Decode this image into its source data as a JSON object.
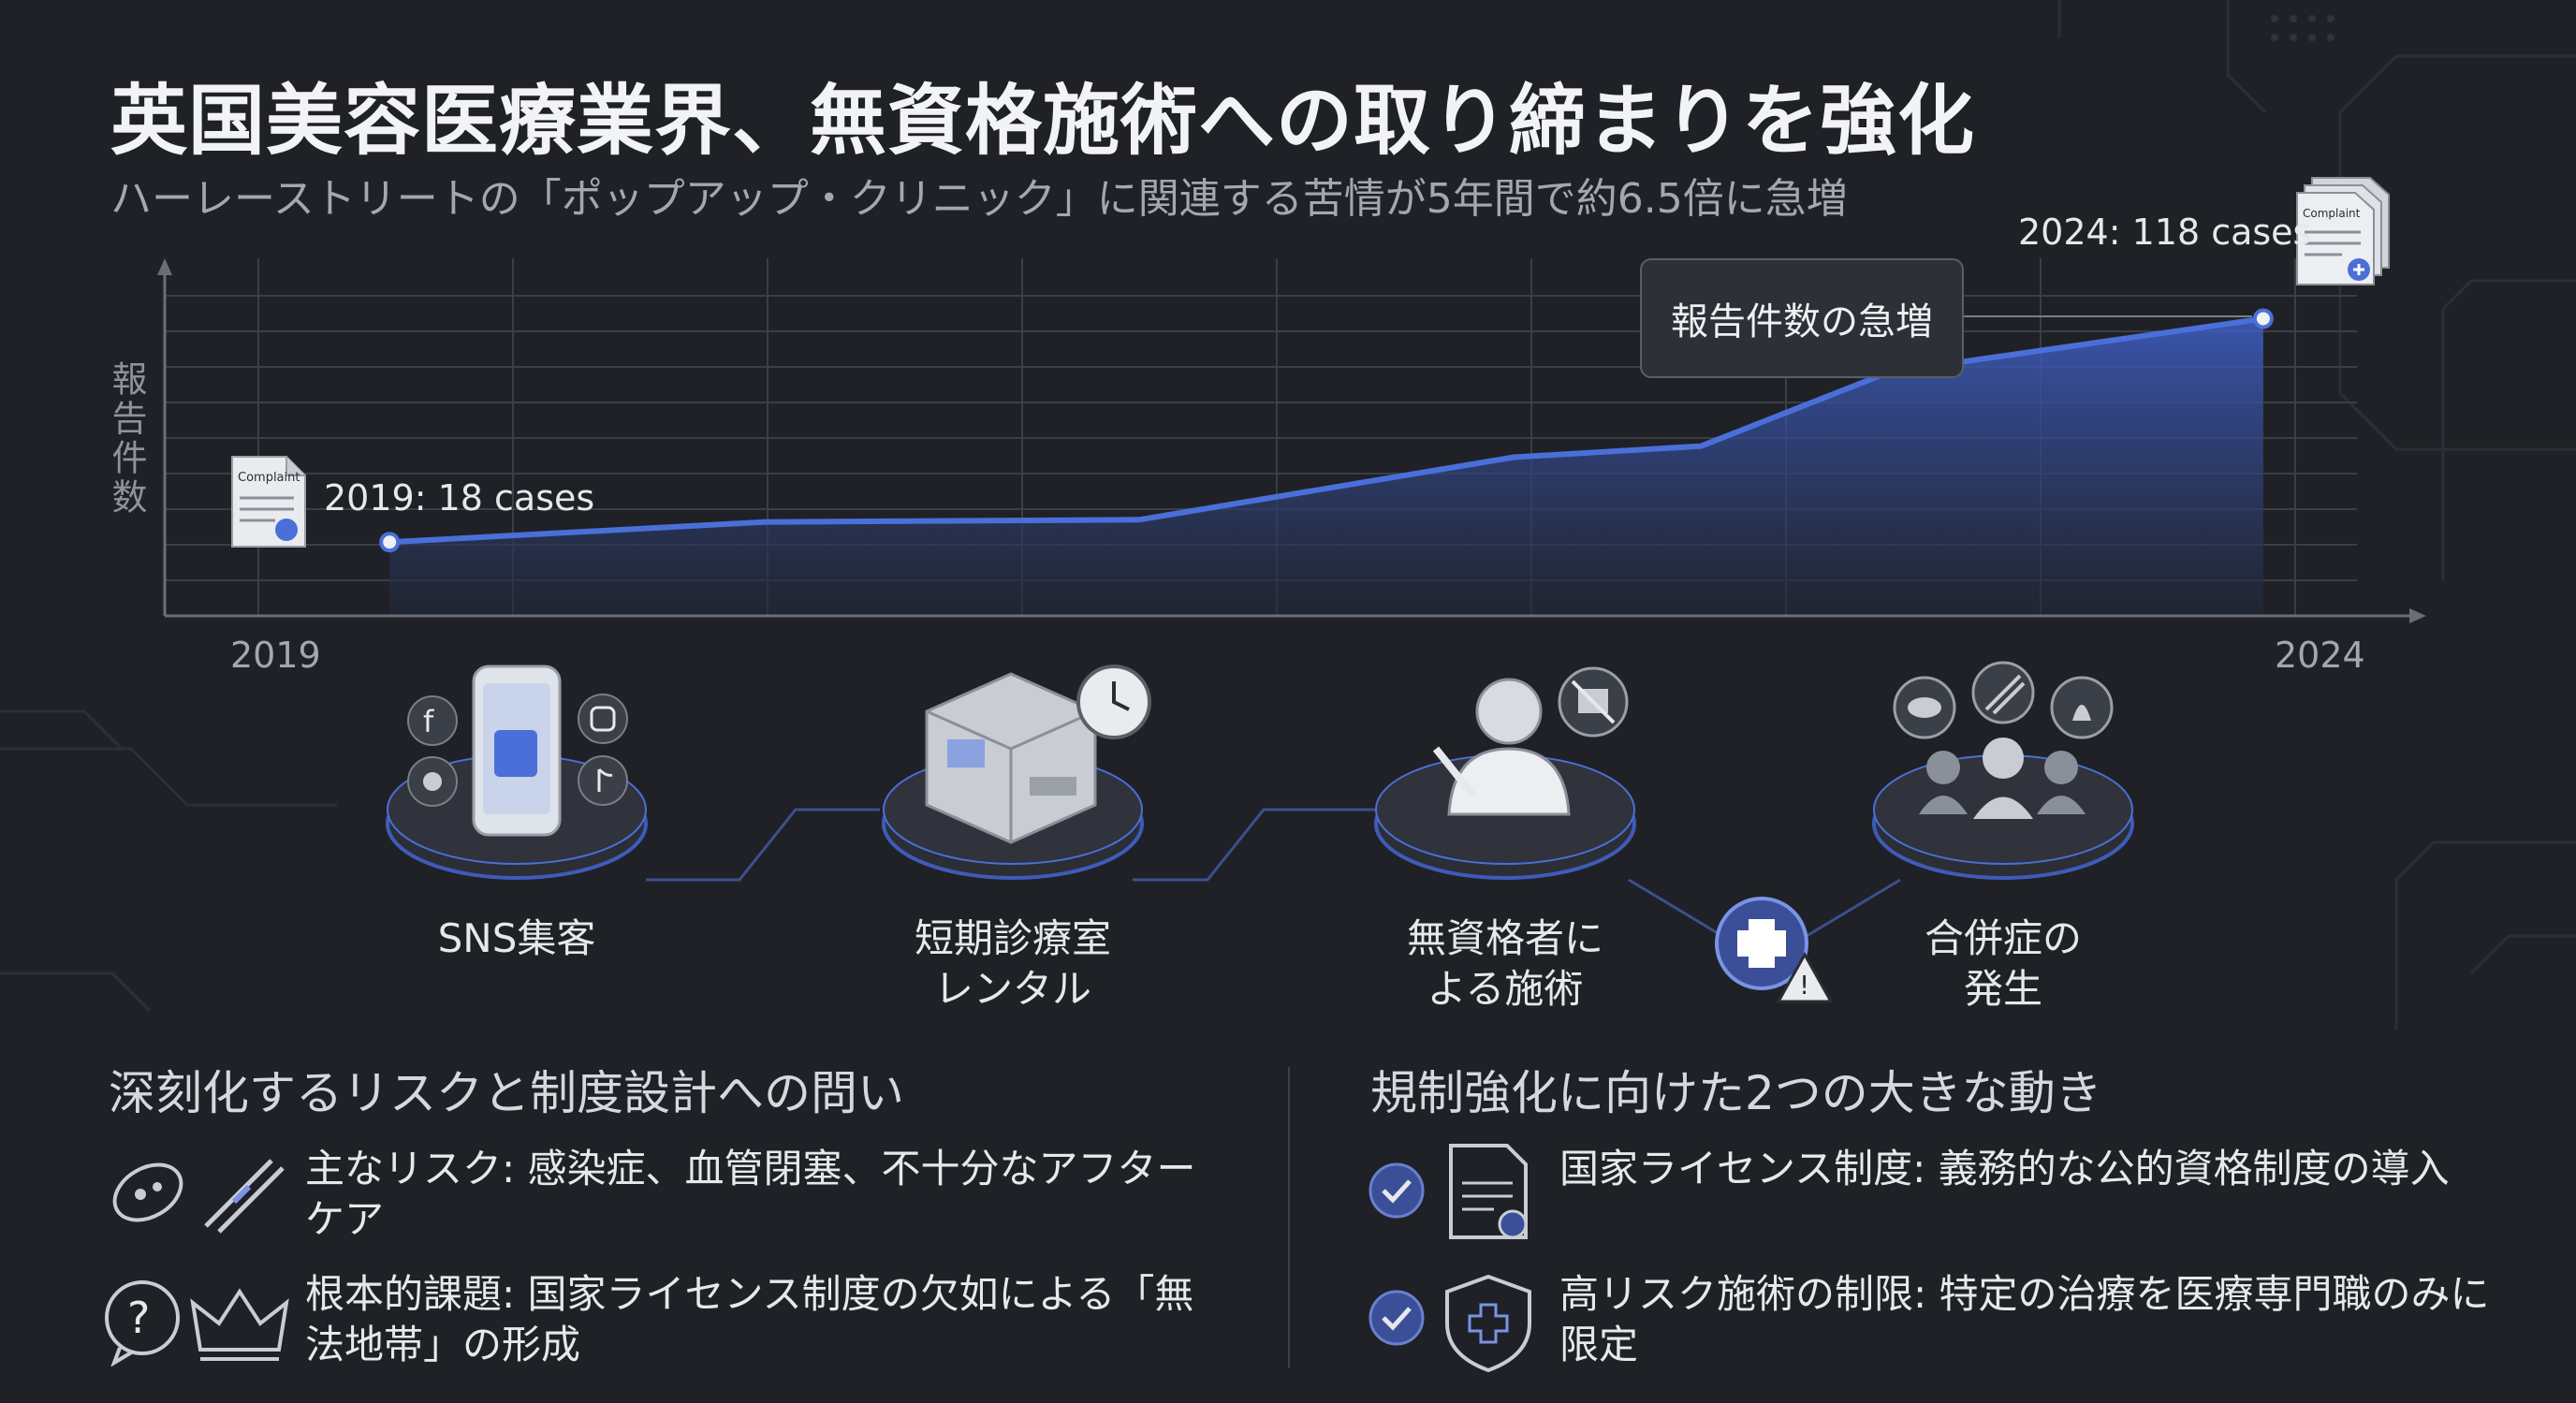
{
  "header": {
    "title": "英国美容医療業界、無資格施術への取り締まりを強化",
    "subtitle": "ハーレーストリートの「ポップアップ・クリニック」に関連する苦情が5年間で約6.5倍に急増"
  },
  "chart_data": {
    "type": "area",
    "ylabel": "報告件数",
    "x_tick_labels": [
      "2019",
      "2024"
    ],
    "points": [
      {
        "x": 2019.0,
        "y": 18
      },
      {
        "x": 2020.0,
        "y": 27
      },
      {
        "x": 2021.0,
        "y": 28
      },
      {
        "x": 2022.0,
        "y": 56
      },
      {
        "x": 2022.5,
        "y": 61
      },
      {
        "x": 2023.0,
        "y": 94
      },
      {
        "x": 2024.0,
        "y": 118
      }
    ],
    "ylim": [
      -15,
      145
    ],
    "xlim": [
      2018.4,
      2024.4
    ],
    "annotations": {
      "start": "2019: 18 cases",
      "end": "2024: 118 cases",
      "callout": "報告件数の急増"
    },
    "colors": {
      "line": "#4a6fd8",
      "fill_top": "#3f5fc6",
      "fill_bottom": "#22283a",
      "grid": "#3b3e45",
      "axis": "#6a6e76"
    }
  },
  "flow": {
    "steps": [
      {
        "label": "SNS集客"
      },
      {
        "label": "短期診療室\nレンタル"
      },
      {
        "label": "無資格者に\nよる施術"
      },
      {
        "label": "合併症の\n発生"
      }
    ]
  },
  "left_section": {
    "heading": "深刻化するリスクと制度設計への問い",
    "items": [
      {
        "text": "主なリスク: 感染症、血管閉塞、不十分なアフターケア",
        "icons": [
          "bacteria-icon",
          "blood-vessel-icon"
        ]
      },
      {
        "text": "根本的課題: 国家ライセンス制度の欠如による「無法地帯」の形成",
        "icons": [
          "question-bubble-icon",
          "crown-icon"
        ]
      }
    ]
  },
  "right_section": {
    "heading": "規制強化に向けた2つの大きな動き",
    "items": [
      {
        "text": "国家ライセンス制度: 義務的な公的資格制度の導入",
        "icons": [
          "check-circle-icon",
          "license-document-icon"
        ]
      },
      {
        "text": "高リスク施術の制限: 特定の治療を医療専門職のみに限定",
        "icons": [
          "check-circle-icon",
          "medical-shield-icon"
        ]
      }
    ]
  },
  "icon_labels": {
    "complaint_doc": "Complaint"
  }
}
